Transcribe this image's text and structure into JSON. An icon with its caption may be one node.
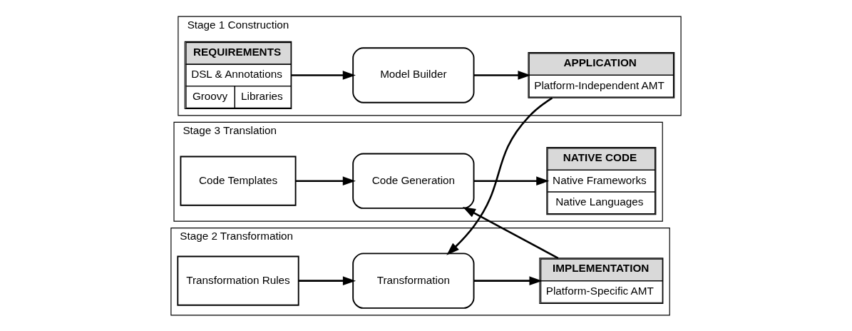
{
  "diagram": {
    "nodes": [
      {
        "text": [
          "Stage 1 Construction"
        ]
      },
      {
        "text": [
          "REQUIREMENTS",
          "DSL & Annotations",
          "Groovy",
          "Libraries"
        ],
        "in": 0
      },
      {
        "text": [
          "Model Builder"
        ],
        "in": 0
      },
      {
        "text": [
          "APPLICATION",
          "Platform-Independent AMT"
        ],
        "in": 0
      },
      {
        "text": [
          "Stage 2 Transformation"
        ]
      },
      {
        "text": [
          "Transformation Rules"
        ],
        "in": 4
      },
      {
        "text": [
          "Transformation"
        ],
        "in": 4
      },
      {
        "text": [
          "IMPLEMENTATION",
          "Platform-Specific AMT"
        ],
        "in": 4
      },
      {
        "text": [
          "Stage 3 Translation"
        ]
      },
      {
        "text": [
          "Code Templates"
        ],
        "in": 8
      },
      {
        "text": [
          "Code Generation"
        ],
        "in": 8
      },
      {
        "text": [
          "NATIVE CODE",
          "Native Frameworks",
          "Native Languages"
        ],
        "in": 8
      }
    ],
    "edges": [
      {
        "from": 1,
        "to": 2,
        "arrow": "to"
      },
      {
        "from": 2,
        "to": 3,
        "arrow": "to"
      },
      {
        "from": 3,
        "to": 6,
        "arrow": "to"
      },
      {
        "from": 5,
        "to": 6,
        "arrow": "to"
      },
      {
        "from": 6,
        "to": 7,
        "arrow": "to"
      },
      {
        "from": 7,
        "to": 10,
        "arrow": "to"
      },
      {
        "from": 9,
        "to": 10,
        "arrow": "to"
      },
      {
        "from": 10,
        "to": 11,
        "arrow": "to"
      }
    ]
  }
}
